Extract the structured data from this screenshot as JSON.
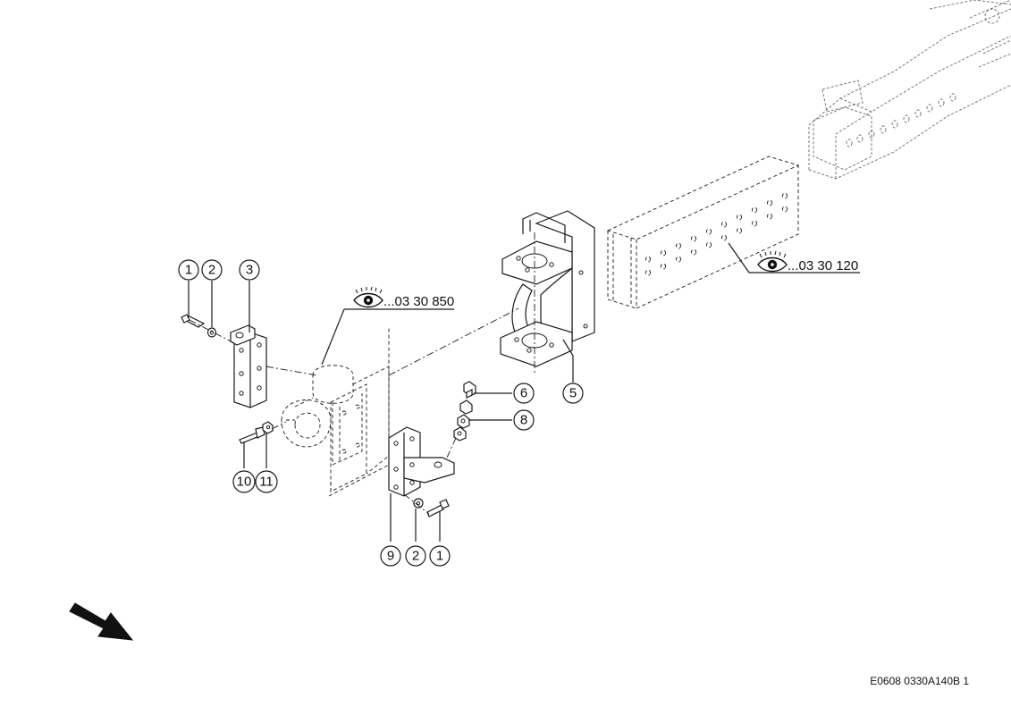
{
  "callouts": {
    "c1a": "1",
    "c2a": "2",
    "c3": "3",
    "c5": "5",
    "c6": "6",
    "c8": "8",
    "c9": "9",
    "c2b": "2",
    "c1b": "1",
    "c10": "10",
    "c11": "11"
  },
  "refs": {
    "ref_left": "...03 30 850",
    "ref_right": "...03 30 120"
  },
  "drawing_code": "E0608 0330A140B 1",
  "icons": {
    "view_reference": "eye-icon",
    "orientation": "direction-arrow-icon"
  }
}
